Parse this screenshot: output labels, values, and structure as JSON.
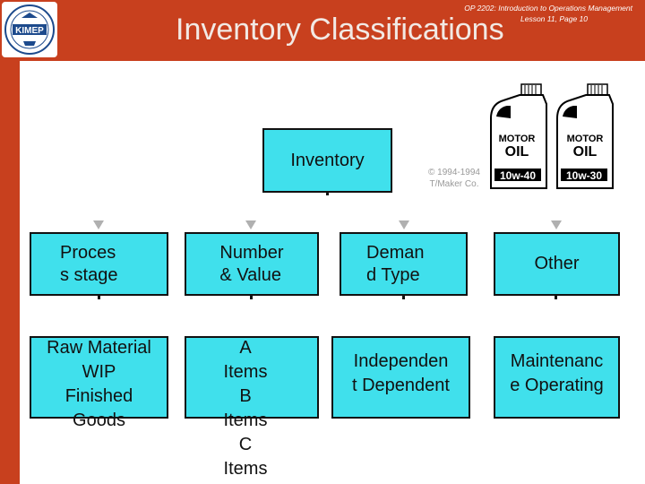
{
  "header": {
    "title": "Inventory Classifications",
    "course_line1": "OP 2202: Introduction to Operations Management",
    "course_line2": "Lesson 11, Page 10",
    "logo_text": "KIMEP"
  },
  "clipart": {
    "copyright_line1": "© 1994-1994",
    "copyright_line2": "T/Maker Co.",
    "bottles": [
      {
        "brand_line1": "MOTOR",
        "brand_line2": "OIL",
        "grade": "10w-40"
      },
      {
        "brand_line1": "MOTOR",
        "brand_line2": "OIL",
        "grade": "10w-30"
      }
    ]
  },
  "diagram": {
    "root": "Inventory",
    "categories": [
      {
        "label": "Proces s stage",
        "label_line1": "Proces",
        "label_line2": "s stage",
        "items": [
          "Raw Material",
          "WIP",
          "Finished",
          "Goods"
        ]
      },
      {
        "label": "Number & Value",
        "label_line1": "Number",
        "label_line2": "& Value",
        "items": [
          "A",
          "Items",
          "B",
          "Items",
          "C",
          "Items"
        ]
      },
      {
        "label": "Deman d Type",
        "label_line1": "Deman",
        "label_line2": "d Type",
        "items": [
          "Independen",
          "t Dependent"
        ]
      },
      {
        "label": "Other",
        "label_line1": "Other",
        "label_line2": "",
        "items": [
          "Maintenanc",
          "e Operating"
        ]
      }
    ],
    "colors": {
      "box_fill": "#40e0ec",
      "header_bg": "#c8401e",
      "arrow": "#b0b0b0"
    }
  }
}
